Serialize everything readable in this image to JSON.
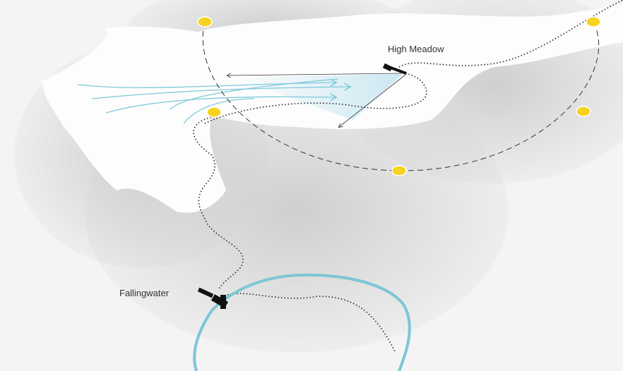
{
  "labels": {
    "high_meadow": "High Meadow",
    "fallingwater": "Fallingwater"
  },
  "colors": {
    "sun": "#f7d21e",
    "river": "#7cc6d6",
    "wind": "#7fc8dc",
    "terrain": "#d9d9d9",
    "path": "#222222"
  },
  "sun_positions_count": 5
}
